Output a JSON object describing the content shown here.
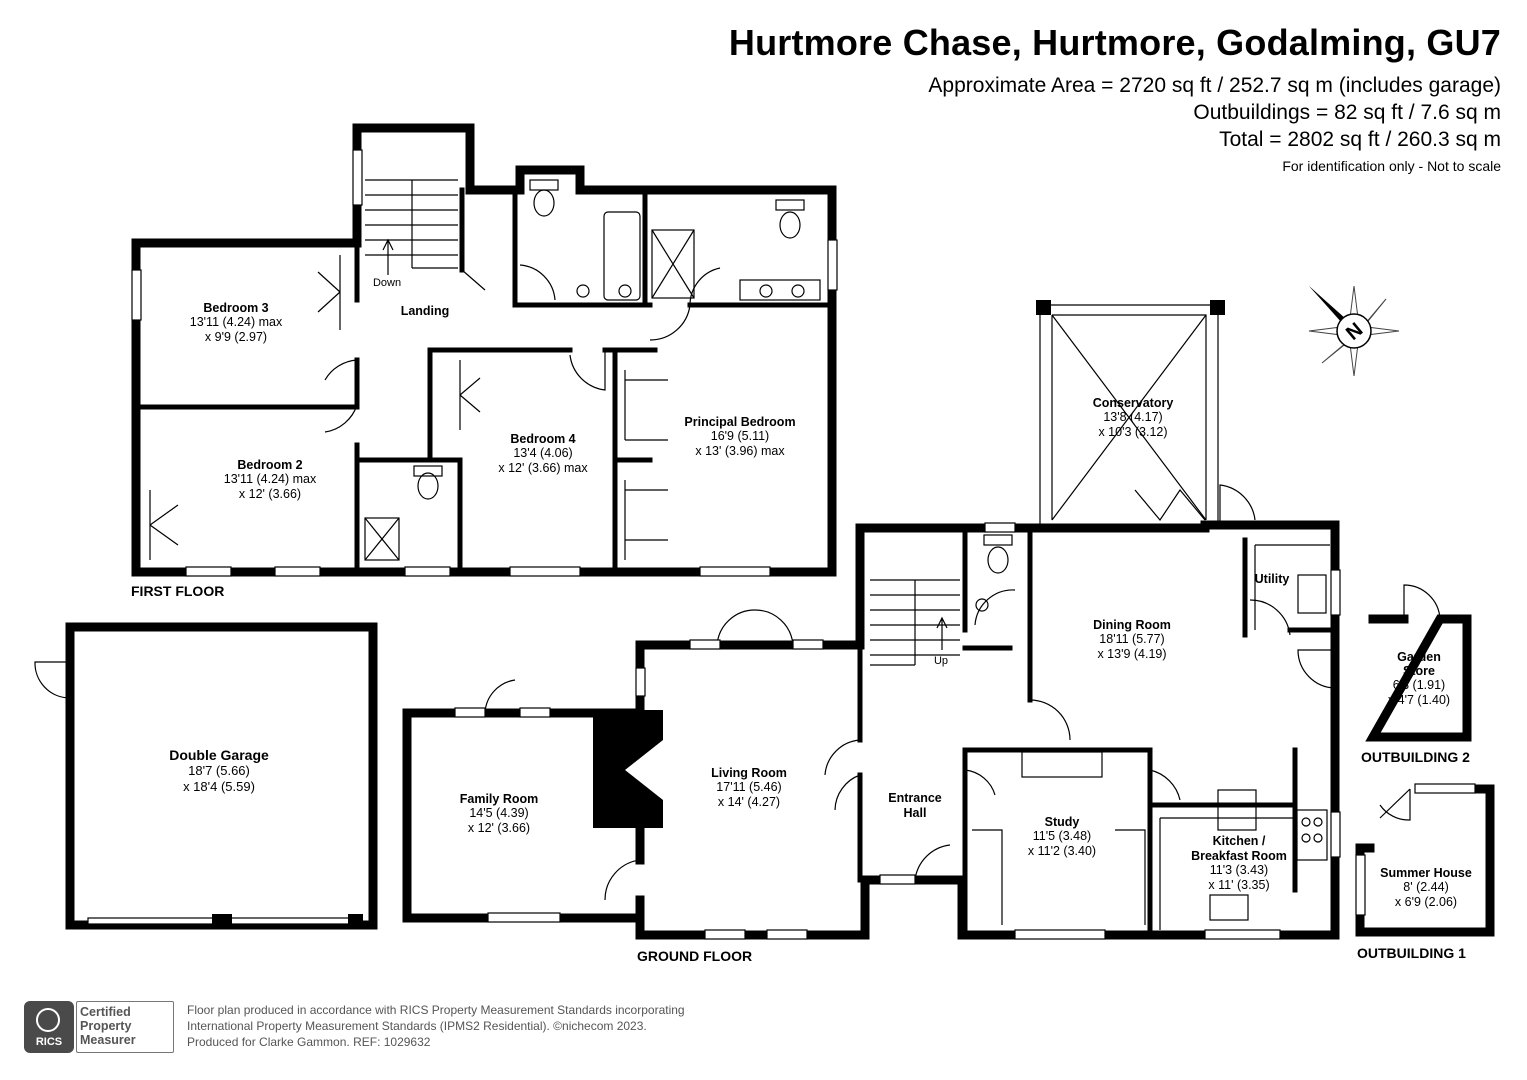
{
  "header": {
    "title": "Hurtmore Chase, Hurtmore, Godalming, GU7",
    "area": "Approximate Area = 2720 sq ft / 252.7 sq m (includes garage)",
    "outbuildings": "Outbuildings = 82 sq ft / 7.6 sq m",
    "total": "Total = 2802 sq ft / 260.3 sq m",
    "note": "For identification only - Not to scale"
  },
  "floors": {
    "first": "FIRST FLOOR",
    "ground": "GROUND FLOOR",
    "outbuilding1": "OUTBUILDING 1",
    "outbuilding2": "OUTBUILDING 2"
  },
  "rooms": {
    "bedroom3": {
      "name": "Bedroom 3",
      "dim1": "13'11 (4.24) max",
      "dim2": "x 9'9 (2.97)"
    },
    "bedroom2": {
      "name": "Bedroom 2",
      "dim1": "13'11 (4.24) max",
      "dim2": "x 12' (3.66)"
    },
    "bedroom4": {
      "name": "Bedroom 4",
      "dim1": "13'4 (4.06)",
      "dim2": "x 12' (3.66) max"
    },
    "principal": {
      "name": "Principal Bedroom",
      "dim1": "16'9 (5.11)",
      "dim2": "x 13' (3.96) max"
    },
    "landing": {
      "name": "Landing"
    },
    "down": "Down",
    "up": "Up",
    "conservatory": {
      "name": "Conservatory",
      "dim1": "13'8 (4.17)",
      "dim2": "x 10'3 (3.12)"
    },
    "dining": {
      "name": "Dining Room",
      "dim1": "18'11 (5.77)",
      "dim2": "x 13'9 (4.19)"
    },
    "utility": {
      "name": "Utility"
    },
    "garage": {
      "name": "Double Garage",
      "dim1": "18'7 (5.66)",
      "dim2": "x 18'4 (5.59)"
    },
    "family": {
      "name": "Family Room",
      "dim1": "14'5 (4.39)",
      "dim2": "x 12' (3.66)"
    },
    "living": {
      "name": "Living Room",
      "dim1": "17'11 (5.46)",
      "dim2": "x 14' (4.27)"
    },
    "entrance": {
      "name1": "Entrance",
      "name2": "Hall"
    },
    "study": {
      "name": "Study",
      "dim1": "11'5 (3.48)",
      "dim2": "x 11'2 (3.40)"
    },
    "kitchen": {
      "name1": "Kitchen /",
      "name2": "Breakfast Room",
      "dim1": "11'3 (3.43)",
      "dim2": "x 11' (3.35)"
    },
    "garden_store": {
      "name1": "Garden",
      "name2": "Store",
      "dim1": "6'3 (1.91)",
      "dim2": "x 4'7 (1.40)"
    },
    "summer_house": {
      "name": "Summer House",
      "dim1": "8' (2.44)",
      "dim2": "x 6'9 (2.06)"
    }
  },
  "compass": {
    "label": "N"
  },
  "footer": {
    "line1": "Floor plan produced in accordance with RICS Property Measurement Standards incorporating",
    "line2": "International Property Measurement Standards (IPMS2 Residential).  ©nichecom 2023.",
    "line3": "Produced for Clarke Gammon.   REF: 1029632"
  },
  "rics": {
    "logo_text": "RICS",
    "cert1": "Certified",
    "cert2": "Property",
    "cert3": "Measurer"
  }
}
